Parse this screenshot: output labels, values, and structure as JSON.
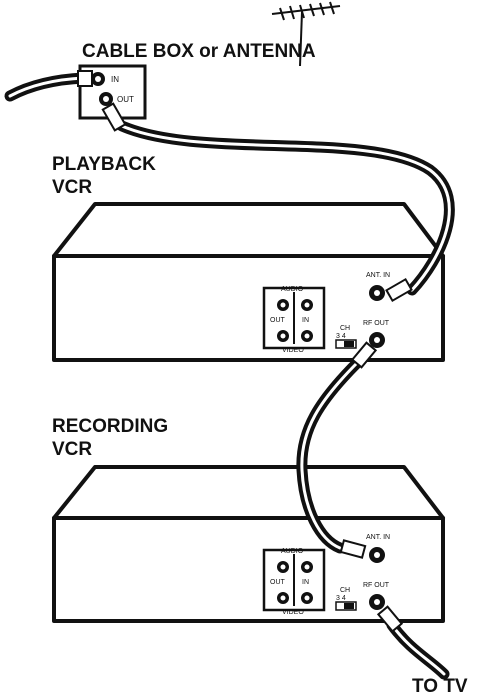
{
  "labels": {
    "source": "CABLE BOX or ANTENNA",
    "playback_line1": "PLAYBACK",
    "playback_line2": "VCR",
    "recording_line1": "RECORDING",
    "recording_line2": "VCR",
    "to_tv": "TO TV"
  },
  "cable_box": {
    "in_label": "IN",
    "out_label": "OUT"
  },
  "playback_vcr": {
    "audio_label": "AUDIO",
    "video_label": "VIDEO",
    "out_label": "OUT",
    "in_label": "IN",
    "ant_in_label": "ANT. IN",
    "rf_out_label": "RF OUT",
    "ch_label": "CH",
    "ch_values": "3  4"
  },
  "recording_vcr": {
    "audio_label": "AUDIO",
    "video_label": "VIDEO",
    "out_label": "OUT",
    "in_label": "IN",
    "ant_in_label": "ANT. IN",
    "rf_out_label": "RF OUT",
    "ch_label": "CH",
    "ch_values": "3  4"
  }
}
